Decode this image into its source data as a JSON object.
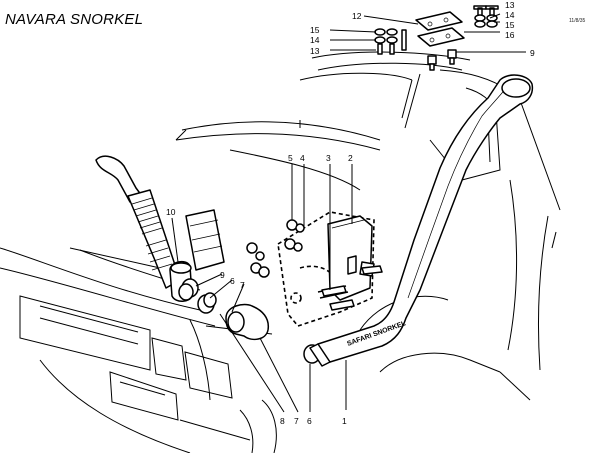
{
  "header": {
    "title": "NAVARA SNORKEL",
    "doc_ref": "11/8/35"
  },
  "snorkel": {
    "badge_text": "SAFARI SNORKEL"
  },
  "callouts": [
    "1",
    "2",
    "3",
    "4",
    "5",
    "6",
    "6",
    "7",
    "7",
    "8",
    "9",
    "9",
    "10",
    "12",
    "13",
    "13",
    "14",
    "14",
    "15",
    "15",
    "16"
  ]
}
